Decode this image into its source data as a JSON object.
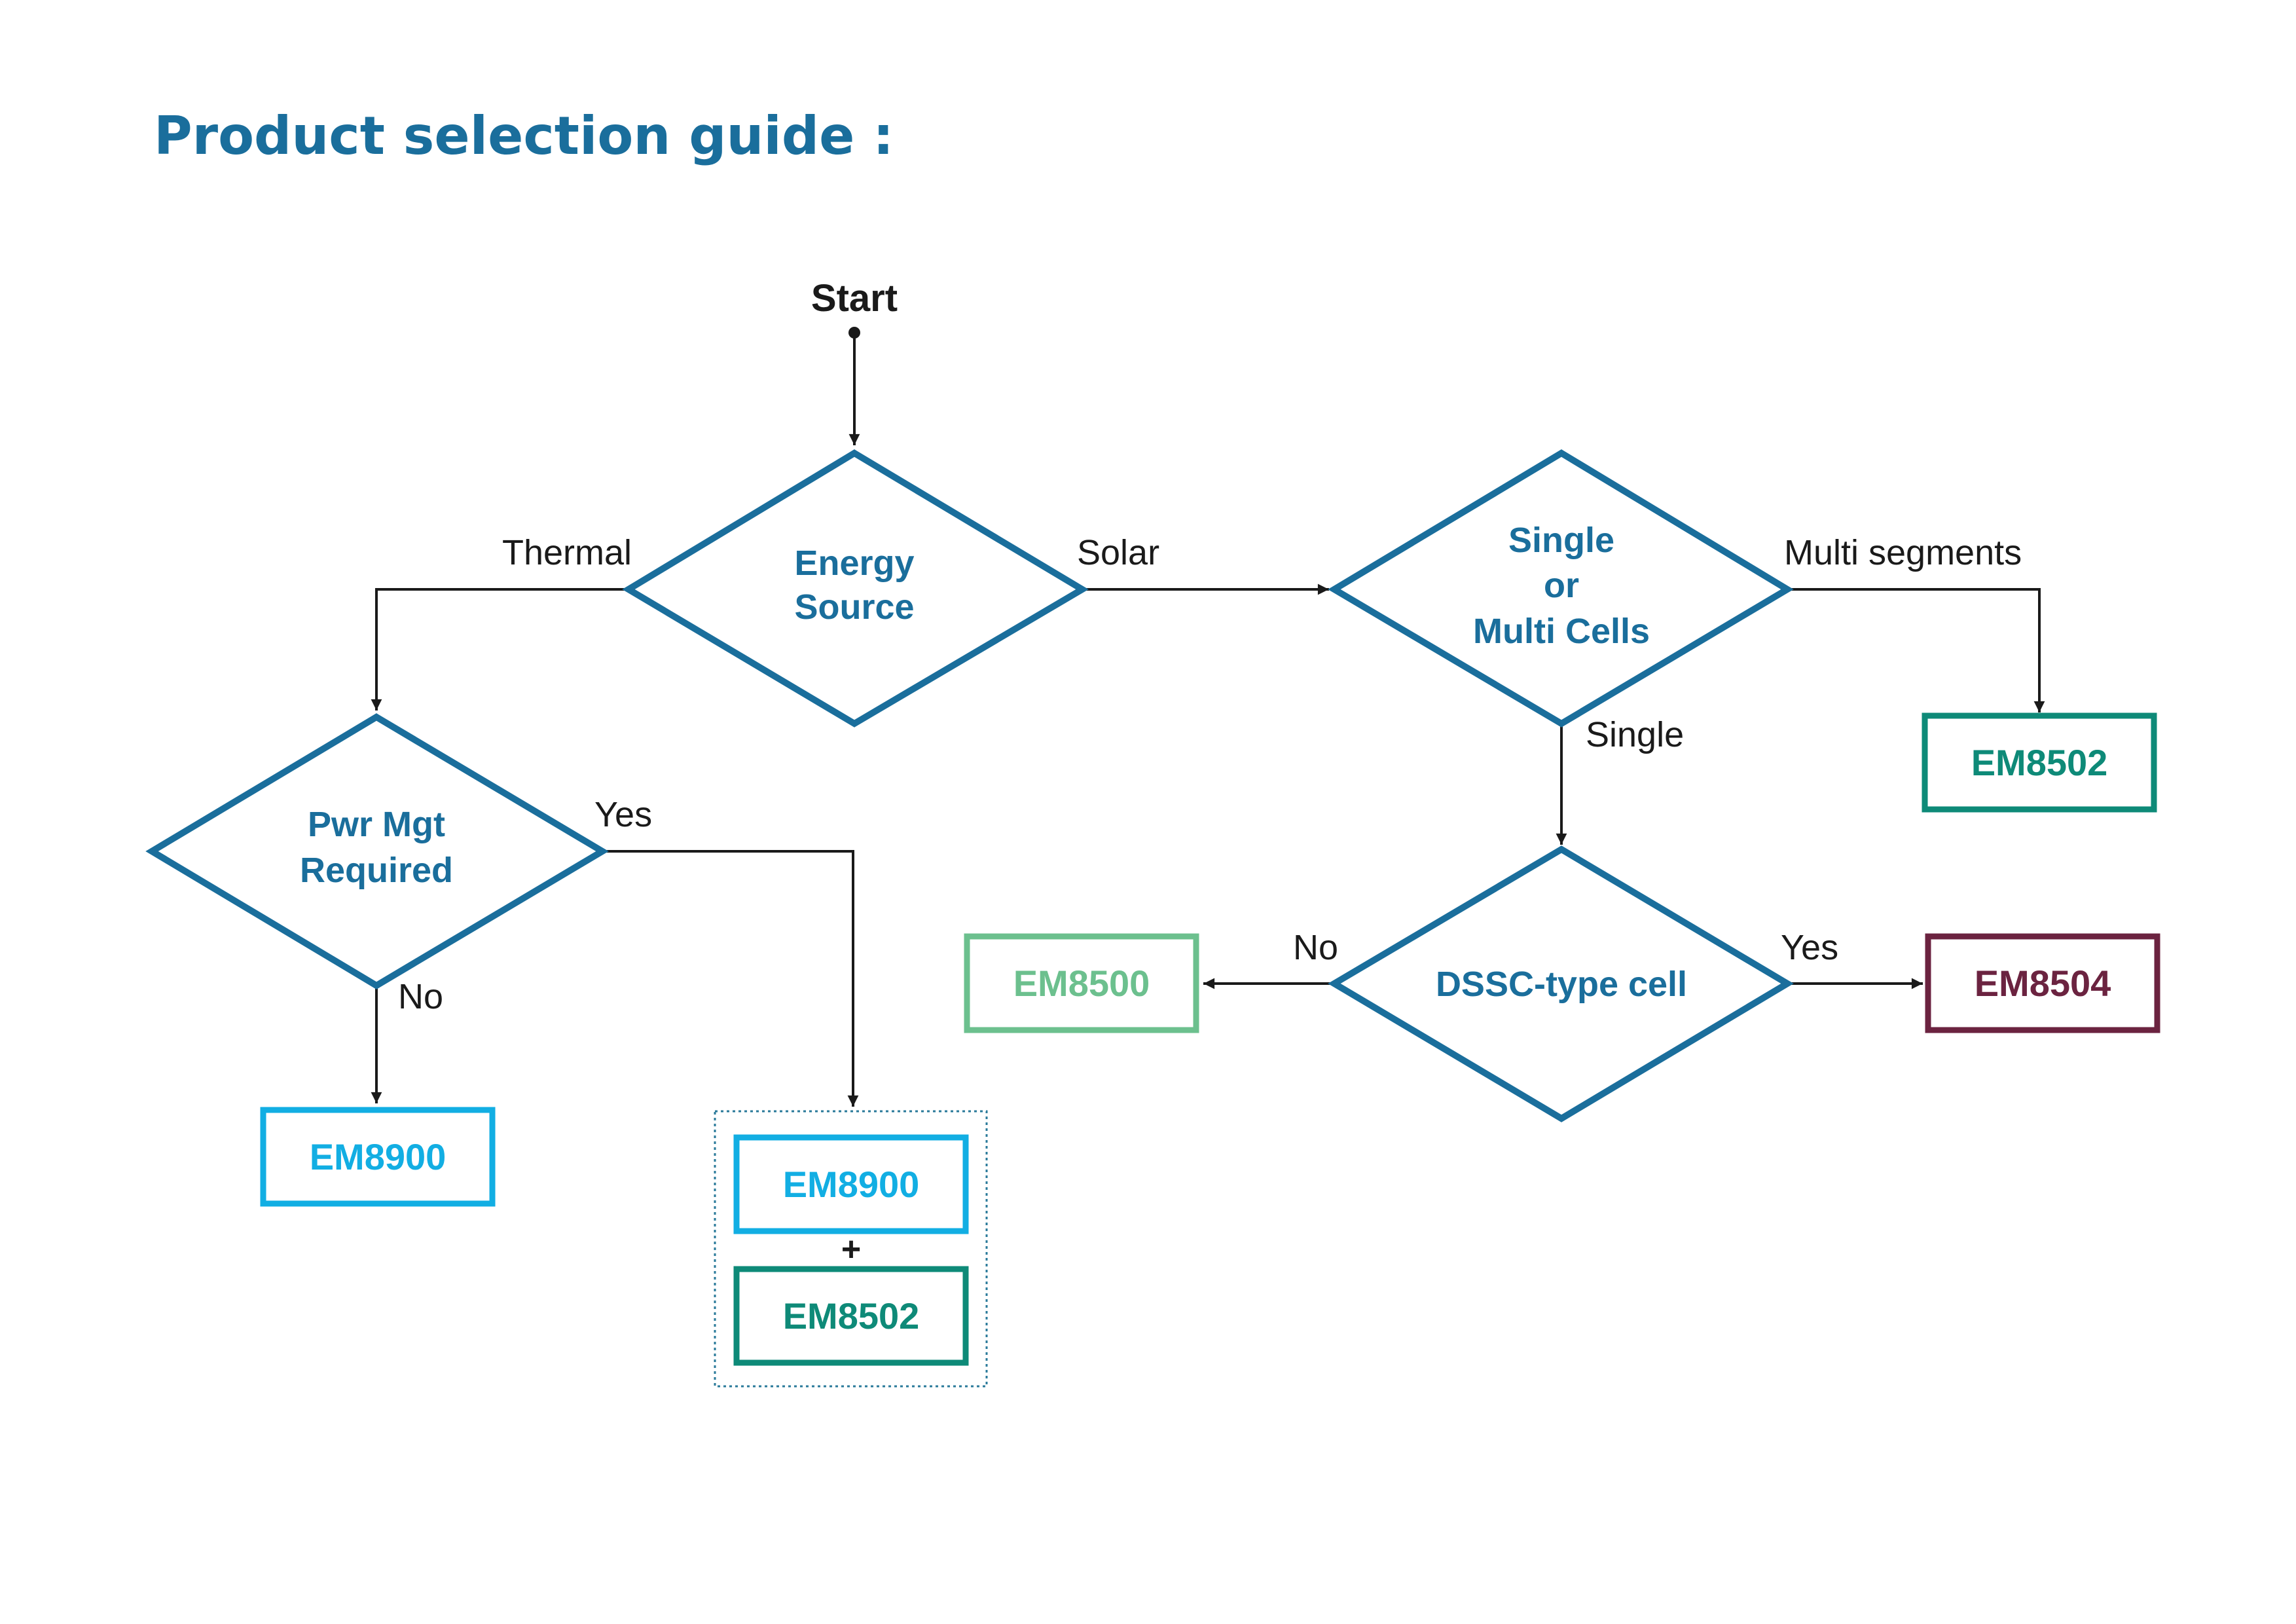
{
  "title": "Product selection guide :",
  "start": "Start",
  "decisions": {
    "energy_source": [
      "Energy",
      "Source"
    ],
    "cells": [
      "Single",
      "or",
      "Multi Cells"
    ],
    "pwr_mgt": [
      "Pwr Mgt",
      "Required"
    ],
    "dssc": "DSSC-type cell"
  },
  "edges": {
    "thermal": "Thermal",
    "solar": "Solar",
    "multi_segments": "Multi segments",
    "single": "Single",
    "pwr_yes": "Yes",
    "pwr_no": "No",
    "dssc_no": "No",
    "dssc_yes": "Yes"
  },
  "products": {
    "em8502_right": "EM8502",
    "em8500": "EM8500",
    "em8504": "EM8504",
    "em8900_left": "EM8900",
    "combo_top": "EM8900",
    "combo_plus": "+",
    "combo_bottom": "EM8502"
  },
  "colors": {
    "decision_stroke": "#1a6e9c",
    "em8900": "#12aee3",
    "em8502": "#0e8a78",
    "em8500": "#6cc08e",
    "em8504": "#6b2340"
  }
}
